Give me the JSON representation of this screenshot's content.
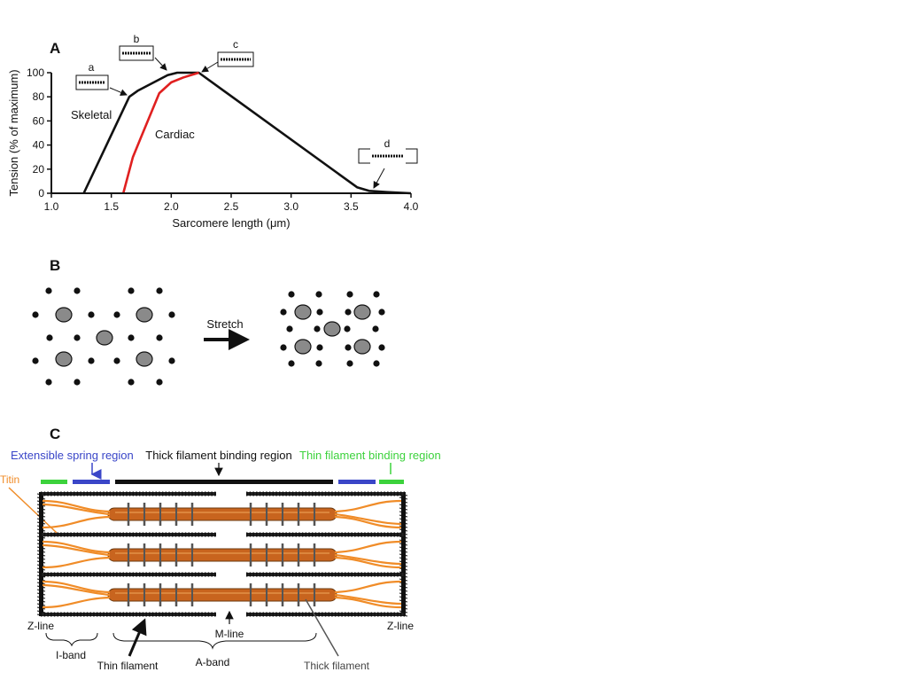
{
  "figure": {
    "panel_a": {
      "label": "A",
      "chart_data": {
        "type": "line",
        "xlabel": "Sarcomere length (μm)",
        "ylabel": "Tension (% of maximum)",
        "xlim": [
          1.0,
          4.0
        ],
        "ylim": [
          0,
          100
        ],
        "xticks": [
          "1.0",
          "1.5",
          "2.0",
          "2.5",
          "3.0",
          "3.5",
          "4.0"
        ],
        "yticks": [
          "0",
          "20",
          "40",
          "60",
          "80",
          "100"
        ],
        "series": [
          {
            "name": "Skeletal",
            "color": "#111111",
            "x": [
              1.27,
              1.65,
              1.72,
              1.97,
              2.05,
              2.23,
              3.55,
              3.65,
              3.8,
              4.0
            ],
            "y": [
              0,
              80,
              85,
              98,
              100,
              100,
              5,
              2,
              1,
              0
            ]
          },
          {
            "name": "Cardiac",
            "color": "#e02020",
            "x": [
              1.6,
              1.68,
              1.75,
              1.9,
              2.0,
              2.1,
              2.23
            ],
            "y": [
              0,
              30,
              47,
              83,
              92,
              96,
              100
            ]
          }
        ],
        "annotations": [
          "a",
          "b",
          "c",
          "d"
        ]
      }
    },
    "panel_b": {
      "label": "B",
      "arrow_label": "Stretch"
    },
    "panel_c": {
      "label": "C",
      "legend": {
        "spring": "Extensible spring region",
        "thick": "Thick filament binding region",
        "thin": "Thin filament binding region",
        "colors": {
          "spring": "#3a46c8",
          "thick": "#111111",
          "thin": "#3cd23c",
          "titin": "#f08c28",
          "myosin": "#c8641e"
        }
      },
      "labels": {
        "titin": "Titin",
        "z_left": "Z-line",
        "z_right": "Z-line",
        "m_line": "M-line",
        "i_band": "I-band",
        "a_band": "A-band",
        "thin_filament": "Thin filament",
        "thick_filament": "Thick filament"
      }
    }
  }
}
